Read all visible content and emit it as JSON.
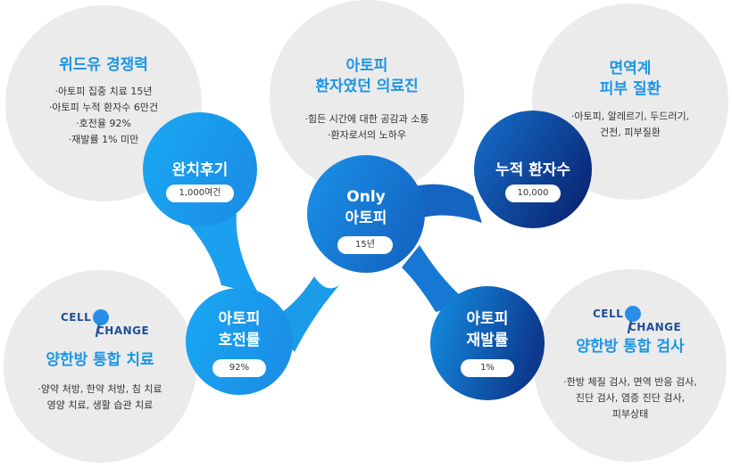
{
  "wide": {
    "title": "위드유 경쟁력",
    "items": [
      "·아토피 집중 치료 15년",
      "·아토피 누적 환자수 6만건",
      "·호전율 92%",
      "·재발률 1% 미만"
    ]
  },
  "patient_clinic": {
    "title_line1": "아토피",
    "title_line2": "환자였던 의료진",
    "items": [
      "·힘든 시간에 대한 공감과 소통",
      "·환자로서의 노하우"
    ]
  },
  "immune": {
    "title_line1": "면역계",
    "title_line2": "피부 질환",
    "items": [
      "·아토피, 알레르기, 두드러기,",
      "건전, 피부질환"
    ]
  },
  "treatment": {
    "logo_line1": "CELL",
    "logo_line2": "CHANGE",
    "title": "양한방 통합 치료",
    "items": [
      "·양약 처방, 한약 처방, 침 치료",
      "영양 치료, 생활 습관 치료"
    ]
  },
  "exam": {
    "logo_line1": "CELL",
    "logo_line2": "CHANGE",
    "title": "양한방 통합 검사",
    "items": [
      "·한방 체질 검사, 면역 반응 검사,",
      "진단 검사, 염증 진단 검사,",
      "피부상태"
    ]
  },
  "blobs": {
    "review": {
      "label": "완치후기",
      "value": "1,000여건"
    },
    "improve": {
      "label_line1": "아토피",
      "label_line2": "호전률",
      "value": "92%"
    },
    "only": {
      "label_line1": "Only",
      "label_line2": "아토피",
      "value": "15년"
    },
    "cumulative": {
      "label": "누적 환자수",
      "value": "10,000"
    },
    "relapse": {
      "label_line1": "아토피",
      "label_line2": "재발률",
      "value": "1%"
    }
  },
  "colors": {
    "light_blue": "#1aa3f0",
    "mid_blue": "#1a7fd6",
    "dark_blue": "#0b2e7c",
    "grey_circle": "#ebebeb",
    "title_blue": "#1c95e6"
  }
}
